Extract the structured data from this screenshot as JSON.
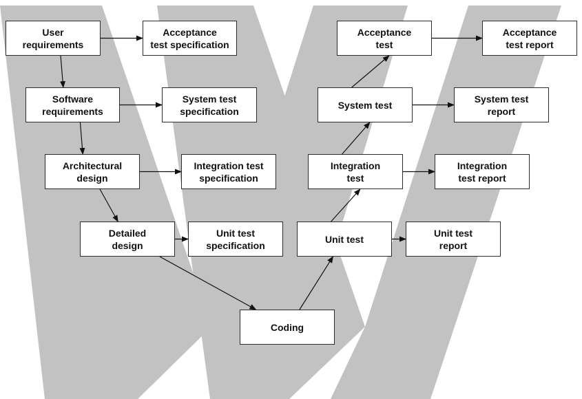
{
  "diagram": {
    "type": "v-model",
    "watermark": {
      "glyph": "W",
      "color": "#c2c2c2"
    },
    "colors": {
      "box_border": "#2a2a2a",
      "box_fill": "#ffffff",
      "arrow": "#111111"
    },
    "nodes": {
      "user_requirements": "User\nrequirements",
      "acceptance_test_spec": "Acceptance\ntest specification",
      "software_requirements": "Software\nrequirements",
      "system_test_spec": "System test\nspecification",
      "architectural_design": "Architectural\ndesign",
      "integration_test_spec": "Integration test\nspecification",
      "detailed_design": "Detailed\ndesign",
      "unit_test_spec": "Unit test\nspecification",
      "coding": "Coding",
      "unit_test": "Unit test",
      "unit_test_report": "Unit test\nreport",
      "integration_test": "Integration\ntest",
      "integration_test_report": "Integration\ntest report",
      "system_test": "System test",
      "system_test_report": "System test\nreport",
      "acceptance_test": "Acceptance\ntest",
      "acceptance_test_report": "Acceptance\ntest report"
    },
    "edges": [
      [
        "user_requirements",
        "acceptance_test_spec"
      ],
      [
        "user_requirements",
        "software_requirements"
      ],
      [
        "software_requirements",
        "system_test_spec"
      ],
      [
        "software_requirements",
        "architectural_design"
      ],
      [
        "architectural_design",
        "integration_test_spec"
      ],
      [
        "architectural_design",
        "detailed_design"
      ],
      [
        "detailed_design",
        "unit_test_spec"
      ],
      [
        "detailed_design",
        "coding"
      ],
      [
        "coding",
        "unit_test"
      ],
      [
        "unit_test",
        "unit_test_report"
      ],
      [
        "unit_test",
        "integration_test"
      ],
      [
        "integration_test",
        "integration_test_report"
      ],
      [
        "integration_test",
        "system_test"
      ],
      [
        "system_test",
        "system_test_report"
      ],
      [
        "system_test",
        "acceptance_test"
      ],
      [
        "acceptance_test",
        "acceptance_test_report"
      ]
    ]
  }
}
